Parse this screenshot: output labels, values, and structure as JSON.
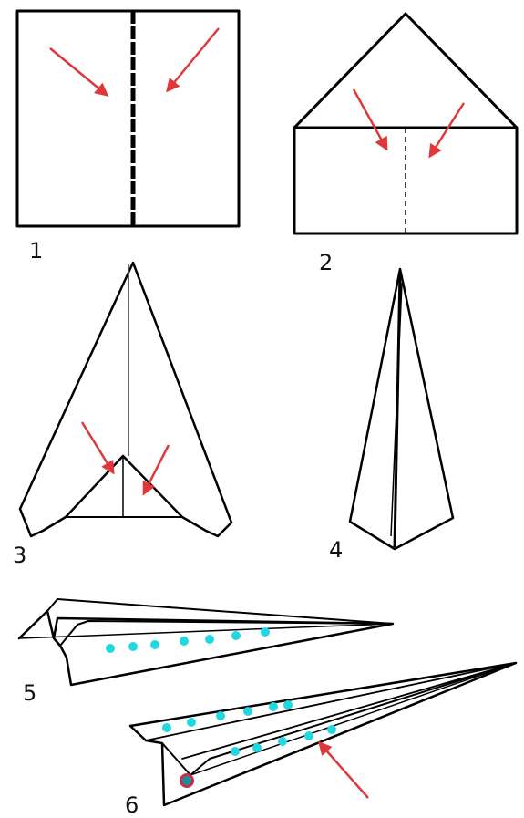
{
  "steps": [
    {
      "number": "1"
    },
    {
      "number": "2"
    },
    {
      "number": "3"
    },
    {
      "number": "4"
    },
    {
      "number": "5"
    },
    {
      "number": "6"
    }
  ],
  "colors": {
    "outline": "#000000",
    "arrow": "#e0383a",
    "dots": "#22d8e0",
    "weight": "#c0334a",
    "weight_center": "#1a8fa0",
    "background": "#ffffff"
  },
  "icons": [
    "fold-arrow-icon",
    "crease-line",
    "cyan-dot-marker",
    "weight-marker"
  ]
}
